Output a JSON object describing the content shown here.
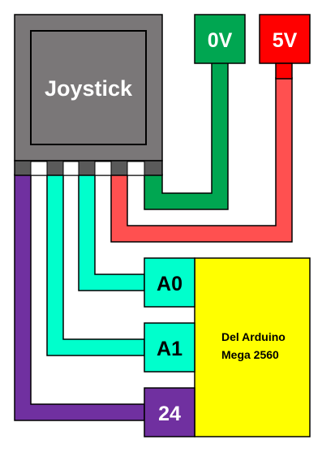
{
  "joystick": {
    "label": "Joystick",
    "body_color": "#7a7778",
    "inner_color": "#7a7778",
    "pin_color": "#5a5a5a"
  },
  "power": {
    "ground": {
      "label": "0V",
      "color": "#00a651"
    },
    "supply": {
      "label": "5V",
      "color": "#ff0000"
    }
  },
  "arduino": {
    "label_line1": "Del Arduino",
    "label_line2": "Mega 2560",
    "color": "#ffff00"
  },
  "pins": {
    "a0": {
      "label": "A0",
      "color": "#00ffcc"
    },
    "a1": {
      "label": "A1",
      "color": "#00ffcc"
    },
    "d24": {
      "label": "24",
      "color": "#7030a0"
    }
  },
  "wires": {
    "ground_color": "#00a651",
    "supply_color": "#ff5050",
    "analog_color": "#00ffcc",
    "digital_color": "#7030a0"
  }
}
